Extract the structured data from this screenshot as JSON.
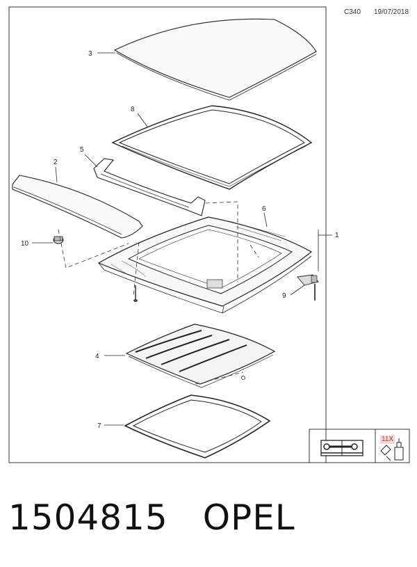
{
  "header": {
    "code": "C340",
    "date": "19/07/2018"
  },
  "callouts": [
    "1",
    "2",
    "3",
    "4",
    "5",
    "6",
    "7",
    "8",
    "9",
    "10"
  ],
  "legend": {
    "count_label": "11X",
    "manual_icon": "book-wrench-icon",
    "lubricant_icon": "oil-bottle-icon"
  },
  "footer": {
    "part_number": "1504815",
    "brand": "OPEL"
  }
}
